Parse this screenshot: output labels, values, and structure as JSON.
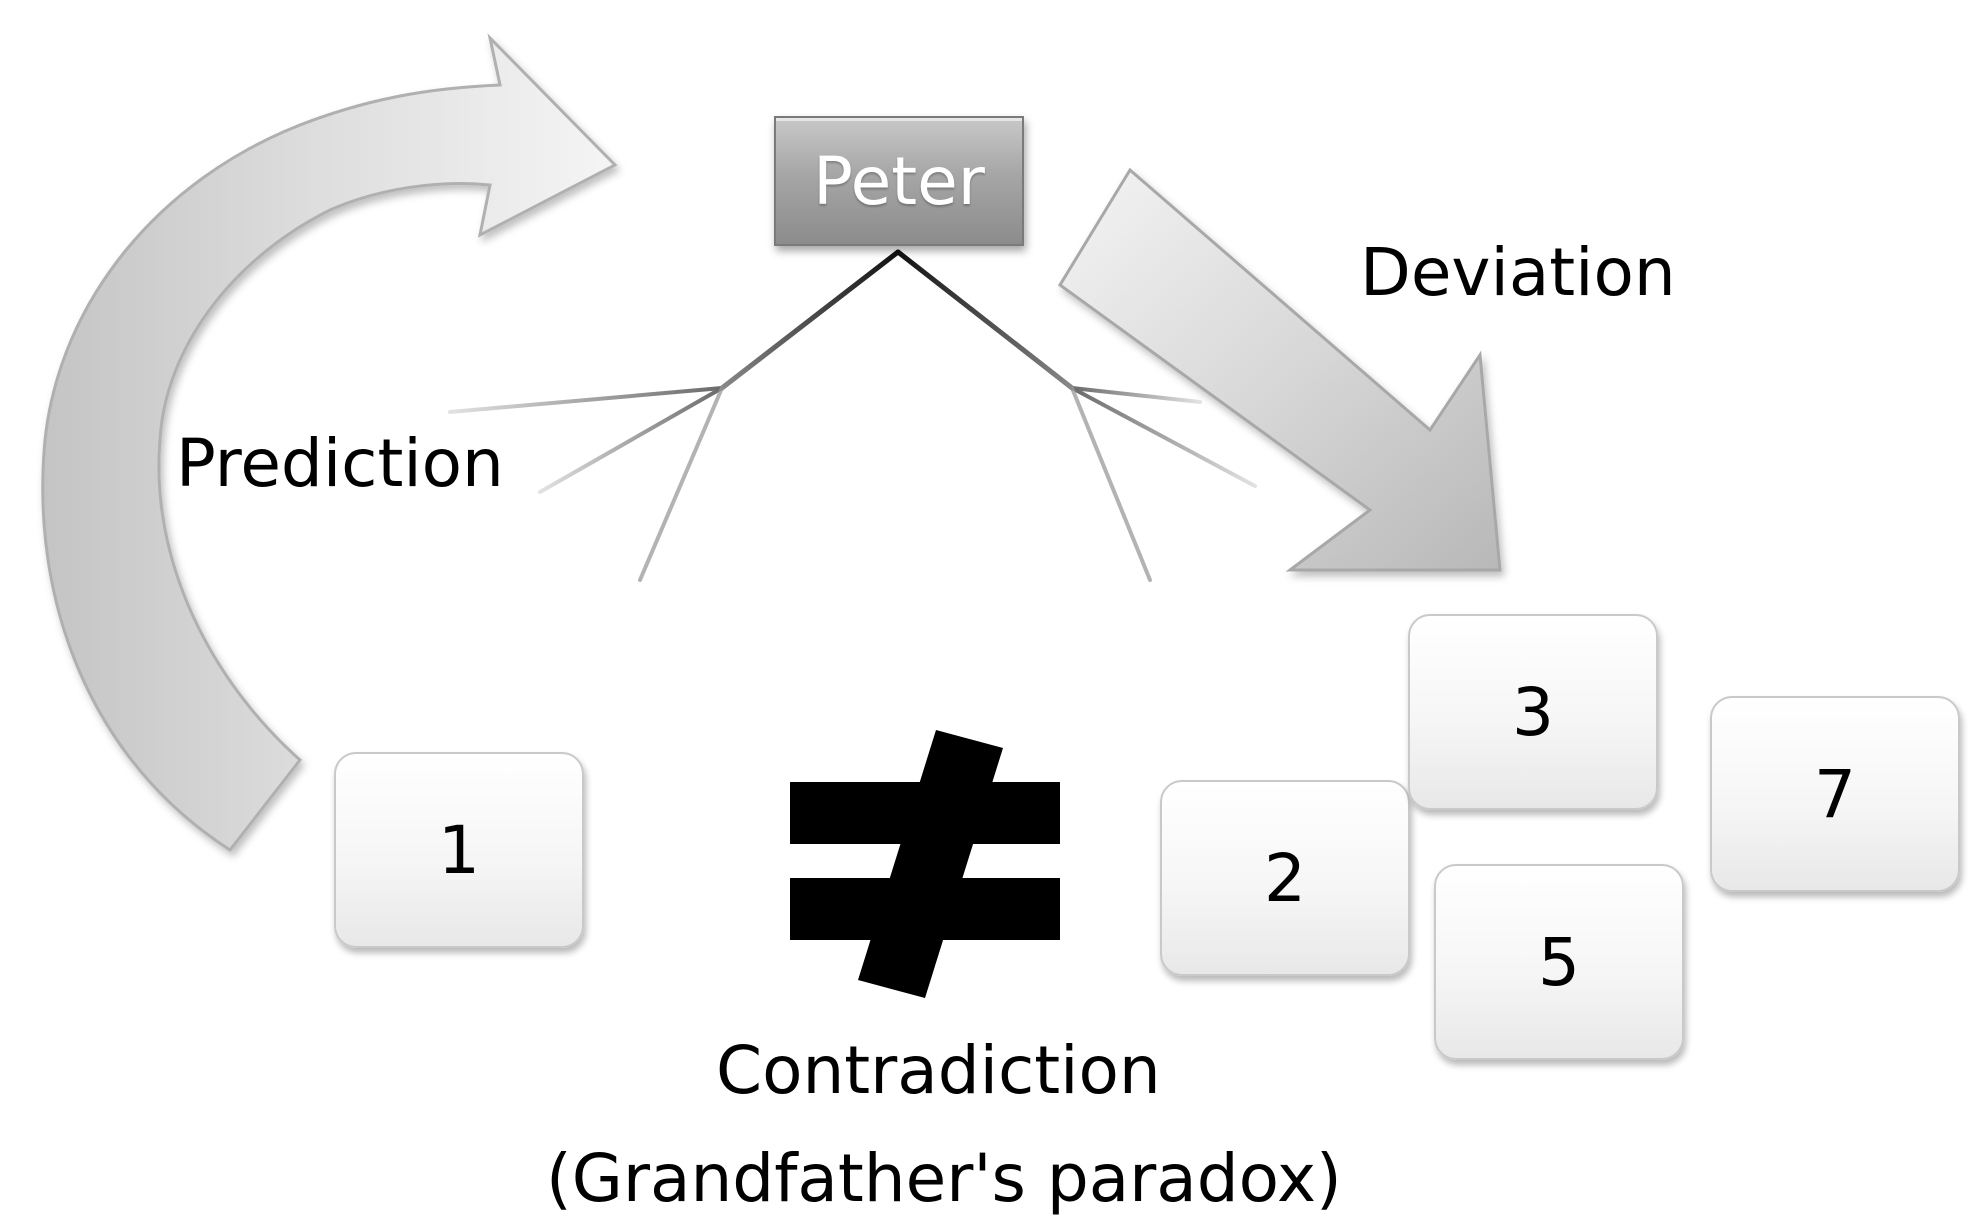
{
  "diagram": {
    "root": "Peter",
    "labels": {
      "prediction": "Prediction",
      "deviation": "Deviation",
      "contradiction_line1": "Contradiction",
      "contradiction_line2": "(Grandfather's paradox)"
    },
    "symbol": "not-equal-icon",
    "nodes": [
      {
        "id": "node-1",
        "label": "1"
      },
      {
        "id": "node-2",
        "label": "2"
      },
      {
        "id": "node-3",
        "label": "3"
      },
      {
        "id": "node-5",
        "label": "5"
      },
      {
        "id": "node-7",
        "label": "7"
      }
    ],
    "edges": [
      {
        "from": "1",
        "to": "Peter",
        "label": "Prediction"
      },
      {
        "from": "Peter",
        "to": "2",
        "label": "Deviation"
      },
      {
        "from": "1",
        "to": "2",
        "label": "Contradiction"
      }
    ],
    "colors": {
      "arrow_fill": "#d6d6d6",
      "peter_fill": "#a6a6a6",
      "node_fill": "#f6f6f6",
      "text": "#000000"
    }
  }
}
